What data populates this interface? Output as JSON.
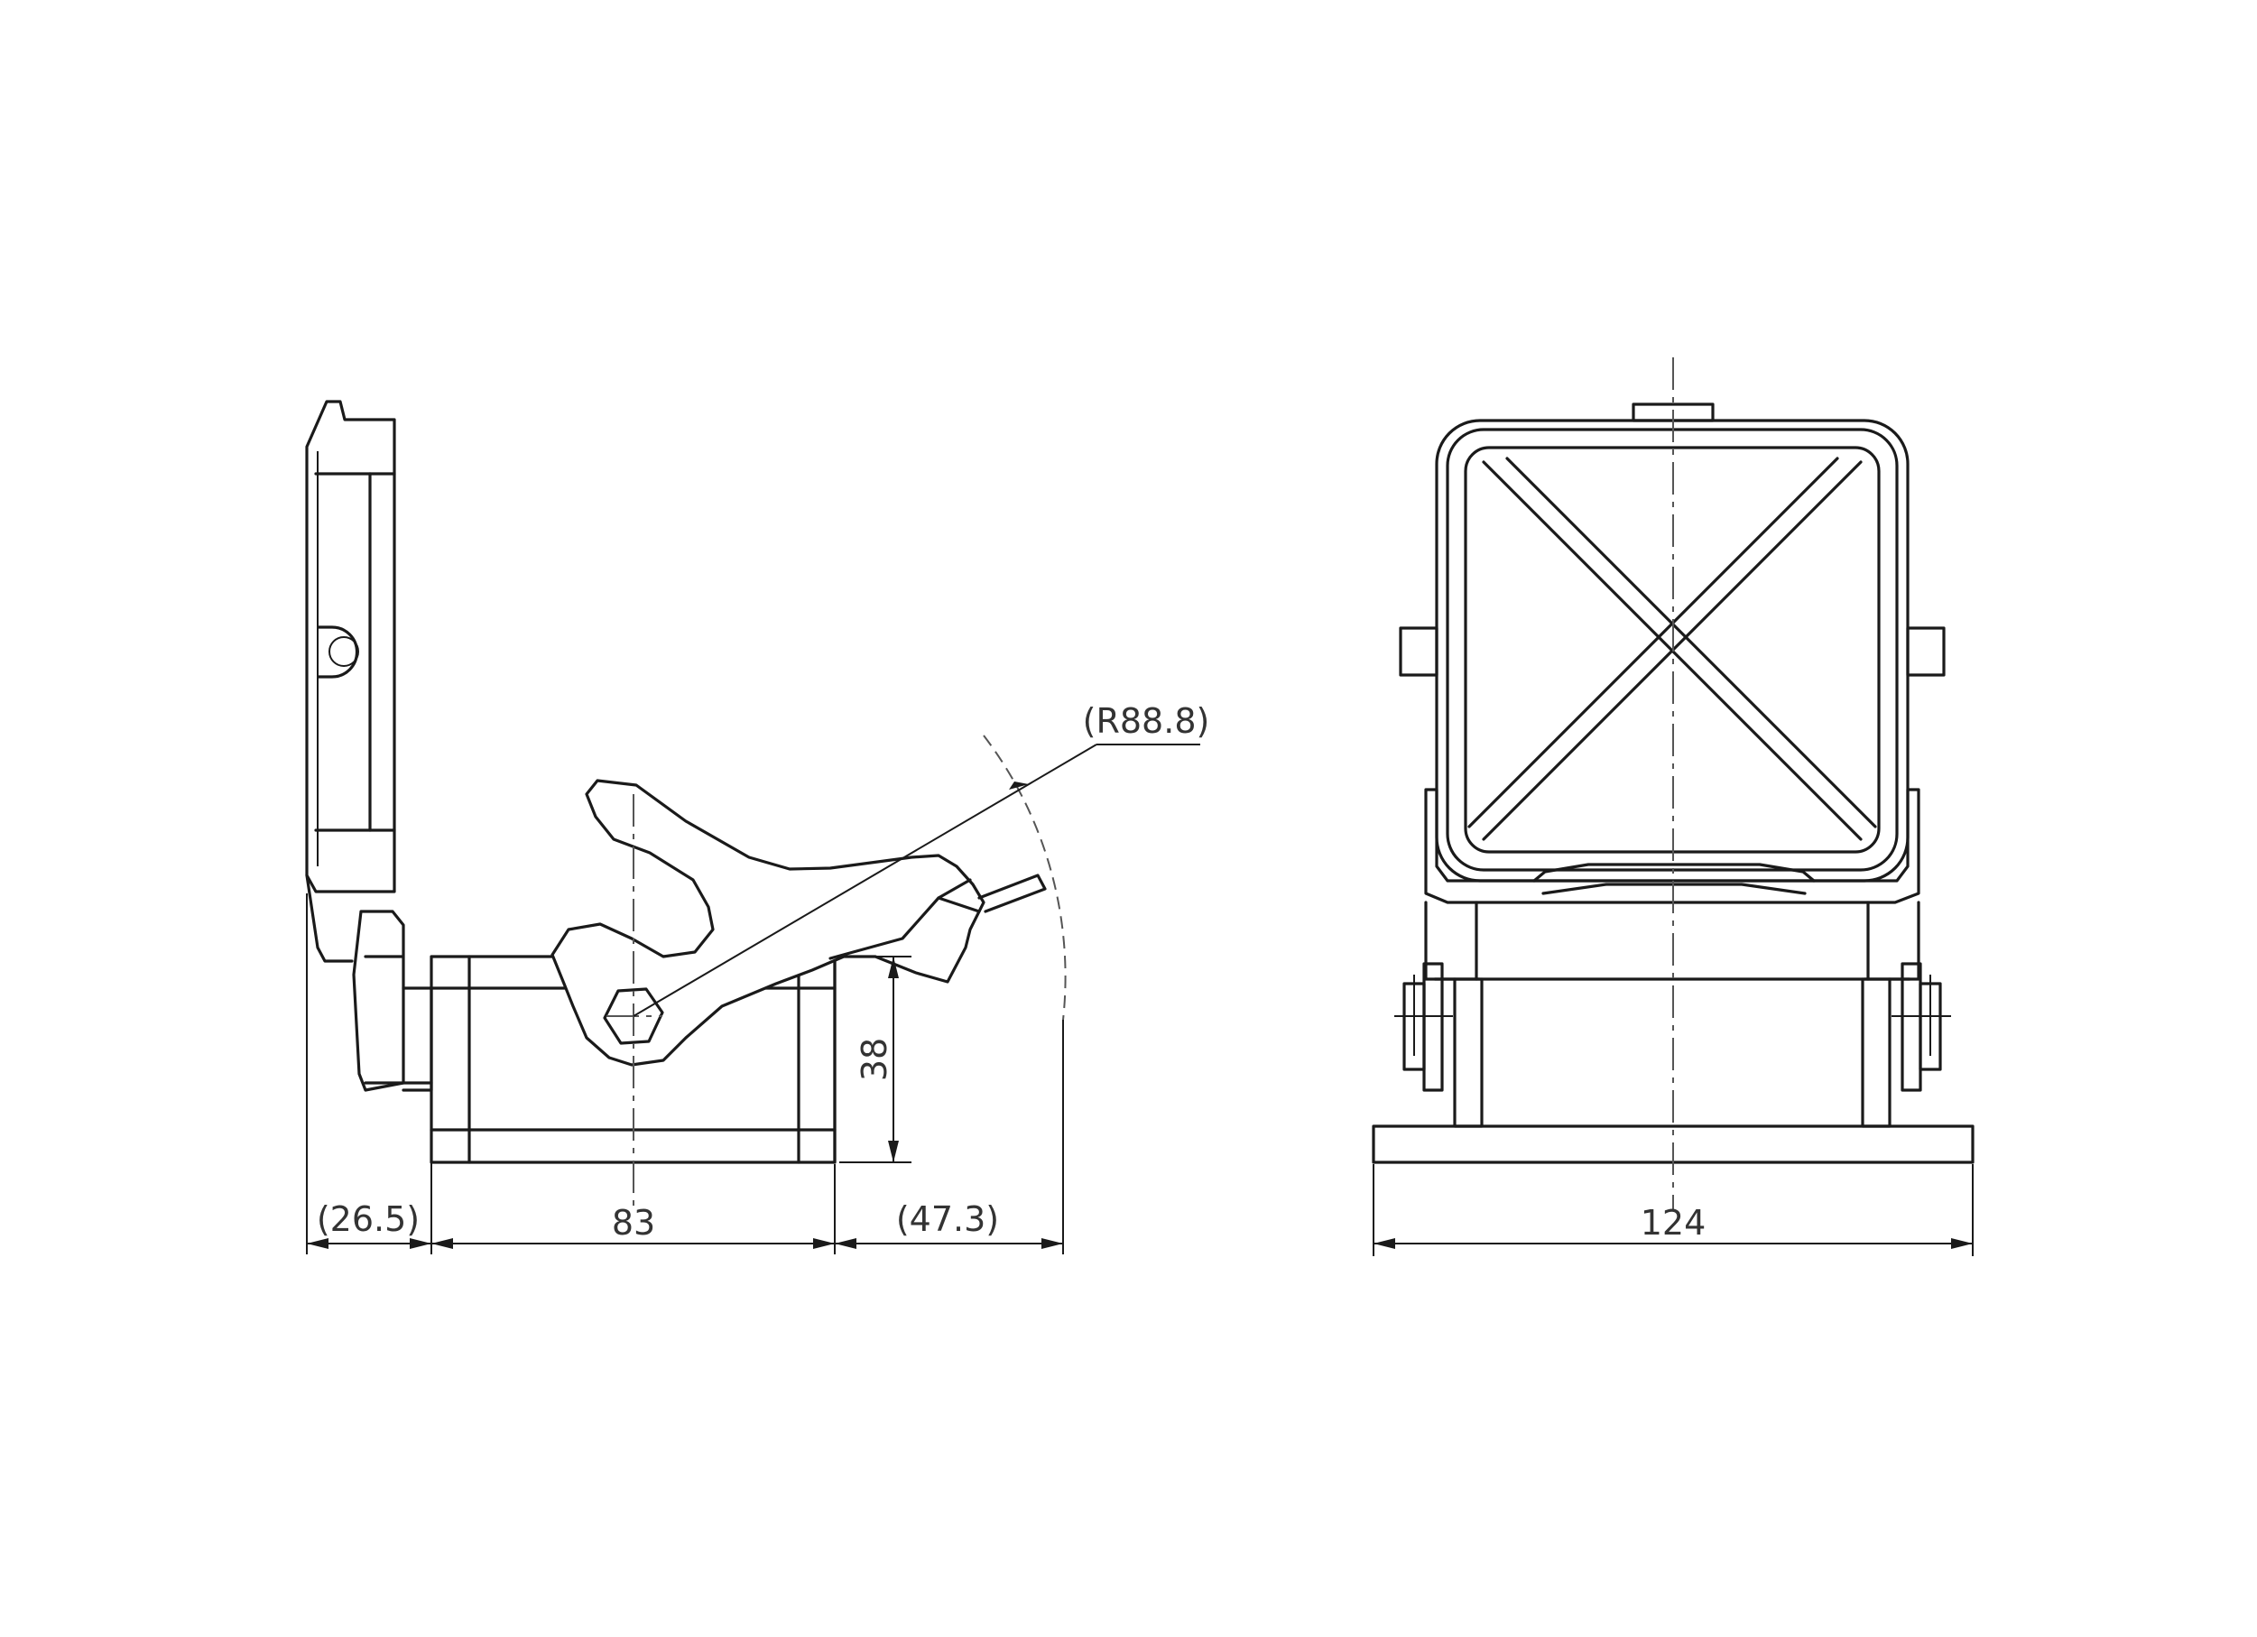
{
  "side_view": {
    "dim_left_clearance": "(26.5)",
    "dim_housing_length": "83",
    "dim_right_clearance": "(47.3)",
    "dim_height": "38",
    "dim_lever_radius": "(R88.8)"
  },
  "front_view": {
    "dim_base_width": "124"
  },
  "colors": {
    "line": "#1a1a1a",
    "text": "#333333",
    "background": "#ffffff"
  }
}
